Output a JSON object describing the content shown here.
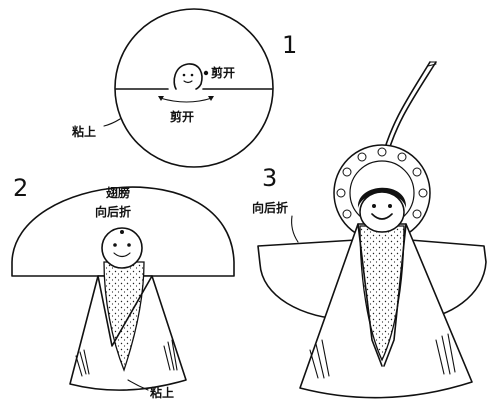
{
  "steps": [
    {
      "number": "1",
      "labels": {
        "cut_top": "剪开",
        "cut_bottom": "剪开",
        "glue": "粘上"
      }
    },
    {
      "number": "2",
      "labels": {
        "wings_line1": "翅膀",
        "wings_line2": "向后折",
        "glue": "粘上"
      }
    },
    {
      "number": "3",
      "labels": {
        "fold_back": "向后折"
      }
    }
  ],
  "colors": {
    "ink": "#111111",
    "paper": "#ffffff"
  }
}
